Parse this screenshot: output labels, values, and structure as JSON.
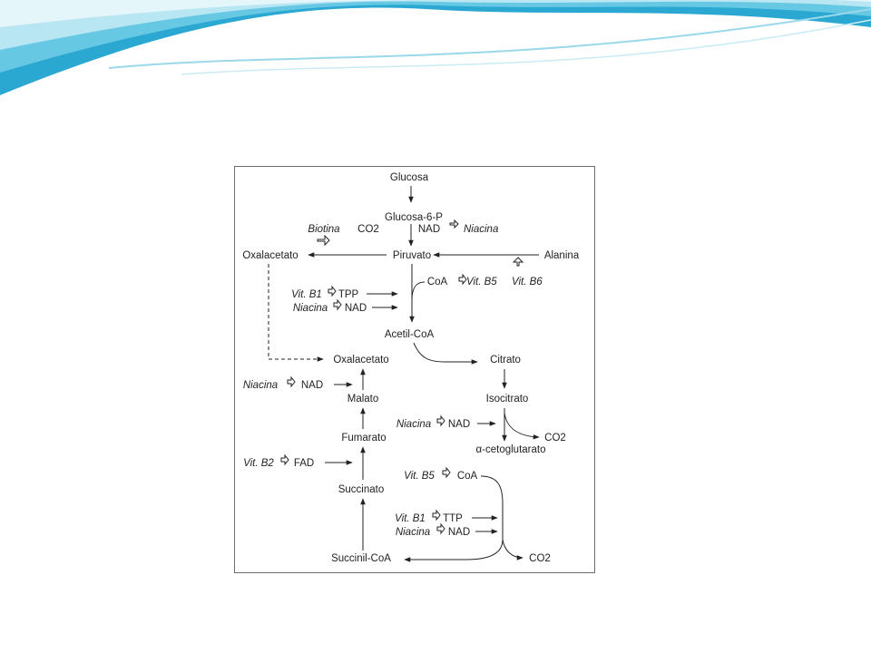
{
  "theme": {
    "wave_colors": [
      "#1f9fcf",
      "#5ec7e3",
      "#b7e6f2",
      "#e6f6fb"
    ],
    "background": "#ffffff"
  },
  "diagram": {
    "nodes": [
      {
        "id": "glucosa",
        "label": "Glucosa"
      },
      {
        "id": "glucosa6p",
        "label": "Glucosa-6-P"
      },
      {
        "id": "piruvato",
        "label": "Piruvato"
      },
      {
        "id": "oxal1",
        "label": "Oxalacetato"
      },
      {
        "id": "alanina",
        "label": "Alanina"
      },
      {
        "id": "acetilcoa",
        "label": "Acetil-CoA"
      },
      {
        "id": "oxal2",
        "label": "Oxalacetato"
      },
      {
        "id": "citrato",
        "label": "Citrato"
      },
      {
        "id": "isocitrato",
        "label": "Isocitrato"
      },
      {
        "id": "akg",
        "label": "α-cetoglutarato"
      },
      {
        "id": "malato",
        "label": "Malato"
      },
      {
        "id": "fumarato",
        "label": "Fumarato"
      },
      {
        "id": "succinato",
        "label": "Succinato"
      },
      {
        "id": "succinilcoa",
        "label": "Succinil-CoA"
      },
      {
        "id": "co2a",
        "label": "CO2"
      },
      {
        "id": "co2b",
        "label": "CO2"
      }
    ],
    "cofactors": [
      {
        "id": "nad1",
        "label": "NAD",
        "italic": false
      },
      {
        "id": "niacina1",
        "label": "Niacina",
        "italic": true
      },
      {
        "id": "biotina",
        "label": "Biotina",
        "italic": true
      },
      {
        "id": "co2_carbox",
        "label": "CO2",
        "italic": false
      },
      {
        "id": "coa1",
        "label": "CoA",
        "italic": false
      },
      {
        "id": "vitb5_1",
        "label": "Vit. B5",
        "italic": true
      },
      {
        "id": "vitb6",
        "label": "Vit. B6",
        "italic": true
      },
      {
        "id": "vitb1_1",
        "label": "Vit. B1",
        "italic": true
      },
      {
        "id": "tpp",
        "label": "TPP",
        "italic": false
      },
      {
        "id": "niacina2",
        "label": "Niacina",
        "italic": true
      },
      {
        "id": "nad2",
        "label": "NAD",
        "italic": false
      },
      {
        "id": "niacina3",
        "label": "Niacina",
        "italic": true
      },
      {
        "id": "nad3",
        "label": "NAD",
        "italic": false
      },
      {
        "id": "niacina4",
        "label": "Niacina",
        "italic": true
      },
      {
        "id": "nad4",
        "label": "NAD",
        "italic": false
      },
      {
        "id": "vitb2",
        "label": "Vit. B2",
        "italic": true
      },
      {
        "id": "fad",
        "label": "FAD",
        "italic": false
      },
      {
        "id": "vitb5_2",
        "label": "Vit. B5",
        "italic": true
      },
      {
        "id": "coa2",
        "label": "CoA",
        "italic": false
      },
      {
        "id": "vitb1_2",
        "label": "Vit. B1",
        "italic": true
      },
      {
        "id": "ttp",
        "label": "TTP",
        "italic": false
      },
      {
        "id": "niacina5",
        "label": "Niacina",
        "italic": true
      },
      {
        "id": "nad5",
        "label": "NAD",
        "italic": false
      }
    ]
  }
}
